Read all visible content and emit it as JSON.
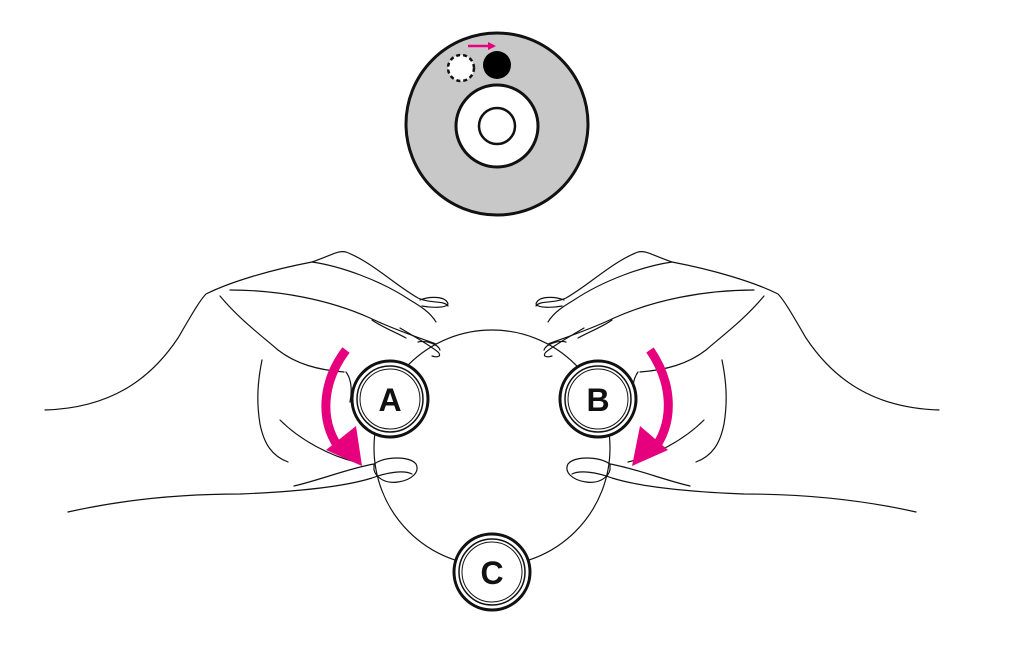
{
  "colors": {
    "accent": "#e6007e",
    "disc_fill": "#c8c8c8",
    "line": "#111111",
    "background": "#ffffff"
  },
  "knobs": {
    "a": {
      "label": "A"
    },
    "b": {
      "label": "B"
    },
    "c": {
      "label": "C"
    }
  }
}
